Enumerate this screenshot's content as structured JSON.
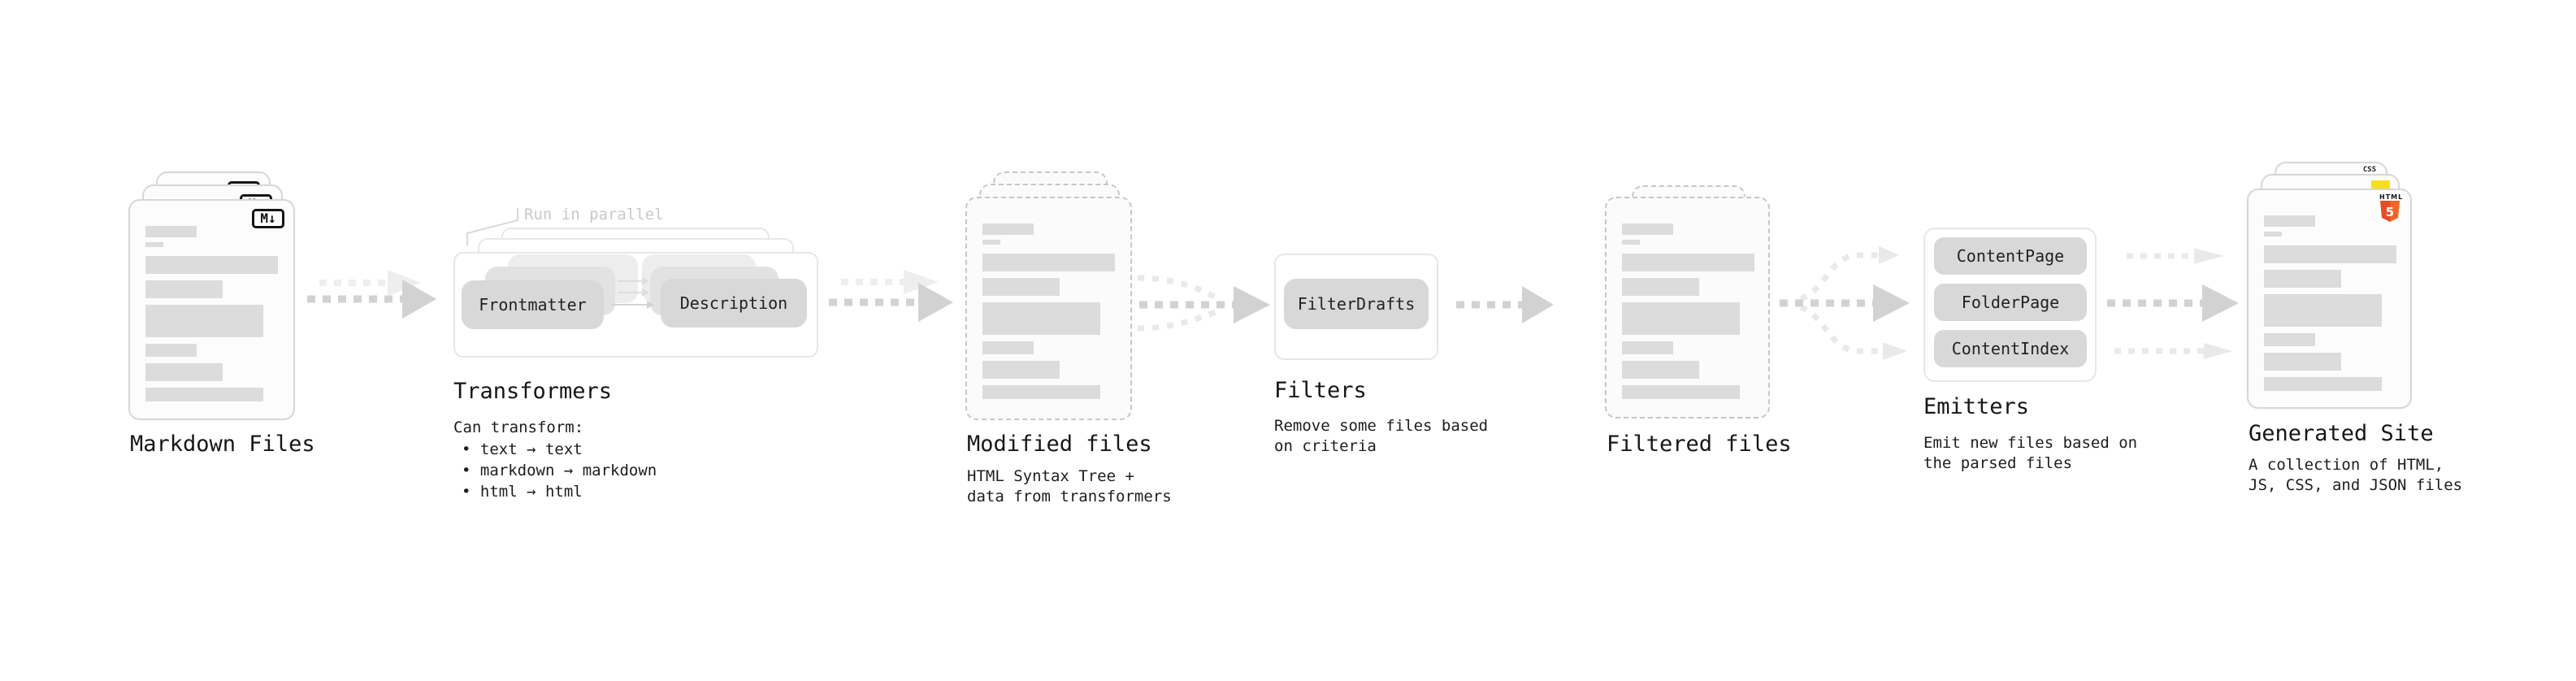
{
  "stages": {
    "markdown": {
      "label": "Markdown Files",
      "badge": "M↓"
    },
    "transformers": {
      "title": "Transformers",
      "note": "Run in parallel",
      "box_left": "Frontmatter",
      "box_right": "Description",
      "caption": "Can transform:",
      "bullets": [
        "• text → text",
        "• markdown → markdown",
        "• html → html"
      ]
    },
    "modified": {
      "title": "Modified files",
      "caption": "HTML Syntax Tree +\ndata from transformers"
    },
    "filters": {
      "title": "Filters",
      "box": "FilterDrafts",
      "caption": "Remove some files based\non criteria"
    },
    "filtered": {
      "title": "Filtered files"
    },
    "emitters": {
      "title": "Emitters",
      "boxes": [
        "ContentPage",
        "FolderPage",
        "ContentIndex"
      ],
      "caption": "Emit new files based on\nthe parsed files"
    },
    "generated": {
      "title": "Generated Site",
      "caption": "A collection of HTML,\nJS, CSS, and JSON files",
      "badge_css": "CSS",
      "badge_html_label": "HTML",
      "badge_html_number": "5"
    }
  },
  "colors": {
    "arrow": "#d2d2d2",
    "arrow_light": "#ededed",
    "fan_light": "#e9e9e9",
    "html_orange": "#e44d26",
    "html_orange_light": "#f16529",
    "css_blue": "#2965f1",
    "js_yellow": "#f7df1e",
    "doc_bar": "#dcdcdc",
    "box_gray": "#d8d8d8"
  }
}
